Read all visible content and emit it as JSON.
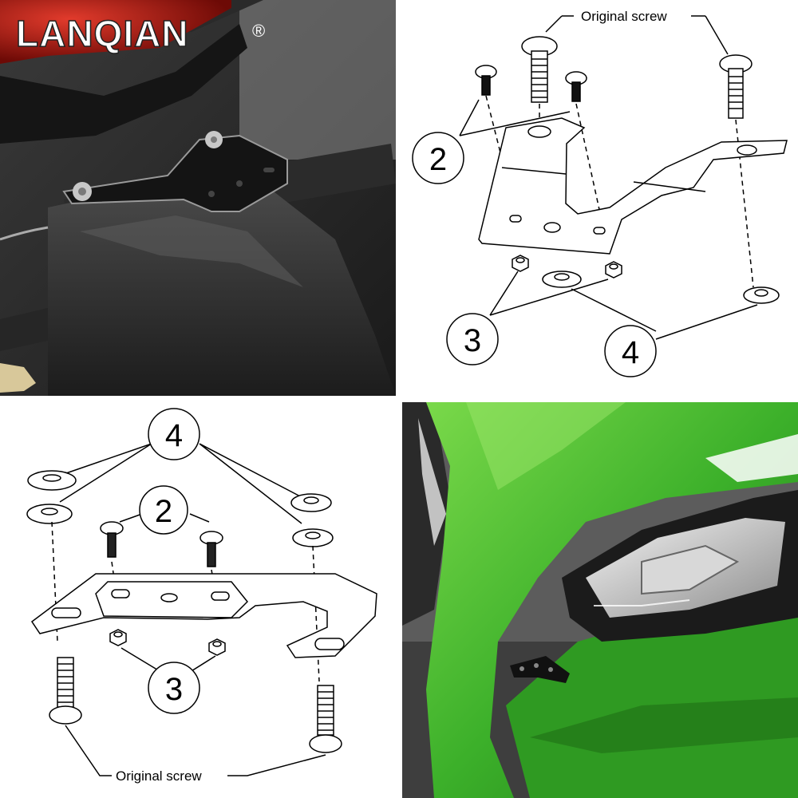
{
  "brand": {
    "name": "LANQIAN",
    "mark": "®"
  },
  "top_right_diagram": {
    "screw_label": "Original screw",
    "callouts": [
      "2",
      "3",
      "4"
    ]
  },
  "bottom_left_diagram": {
    "screw_label": "Original screw",
    "callouts": [
      "4",
      "2",
      "3"
    ]
  },
  "colors": {
    "fairing_green": "#3cb02a",
    "dark_plastic": "#222222",
    "tail_light_red": "#b8160f"
  }
}
